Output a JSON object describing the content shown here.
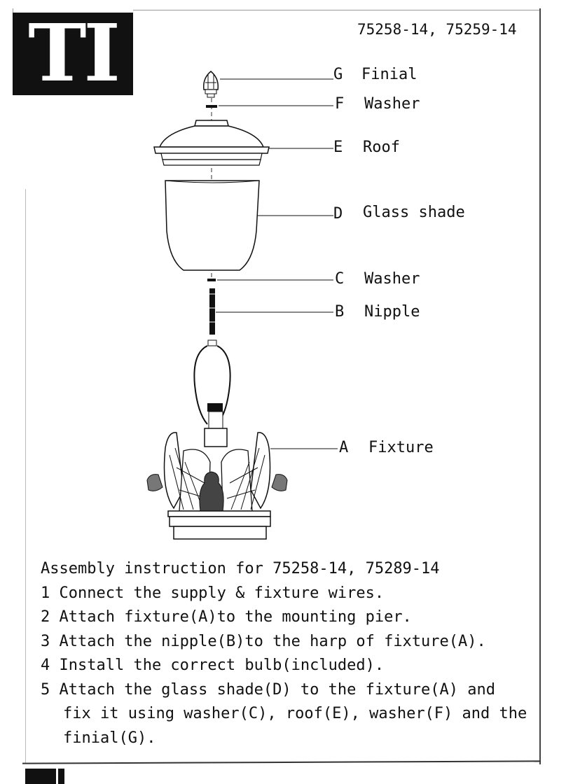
{
  "logo": {
    "text": "TI"
  },
  "header": {
    "model_numbers": "75258-14, 75259-14"
  },
  "parts": [
    {
      "letter": "G",
      "name": "Finial"
    },
    {
      "letter": "F",
      "name": "Washer"
    },
    {
      "letter": "E",
      "name": "Roof"
    },
    {
      "letter": "D",
      "name": "Glass shade"
    },
    {
      "letter": "C",
      "name": "Washer"
    },
    {
      "letter": "B",
      "name": "Nipple"
    },
    {
      "letter": "A",
      "name": "Fixture"
    }
  ],
  "instructions": {
    "title": "Assembly instruction for 75258-14, 75289-14",
    "steps": [
      "1 Connect the supply & fixture wires.",
      "2 Attach fixture(A)to the mounting pier.",
      "3 Attach the nipple(B)to the harp of fixture(A).",
      "4 Install the correct bulb(included).",
      "5 Attach the glass shade(D) to the fixture(A) and"
    ],
    "continuation": [
      "fix it using washer(C), roof(E), washer(F) and the",
      "finial(G)."
    ]
  }
}
